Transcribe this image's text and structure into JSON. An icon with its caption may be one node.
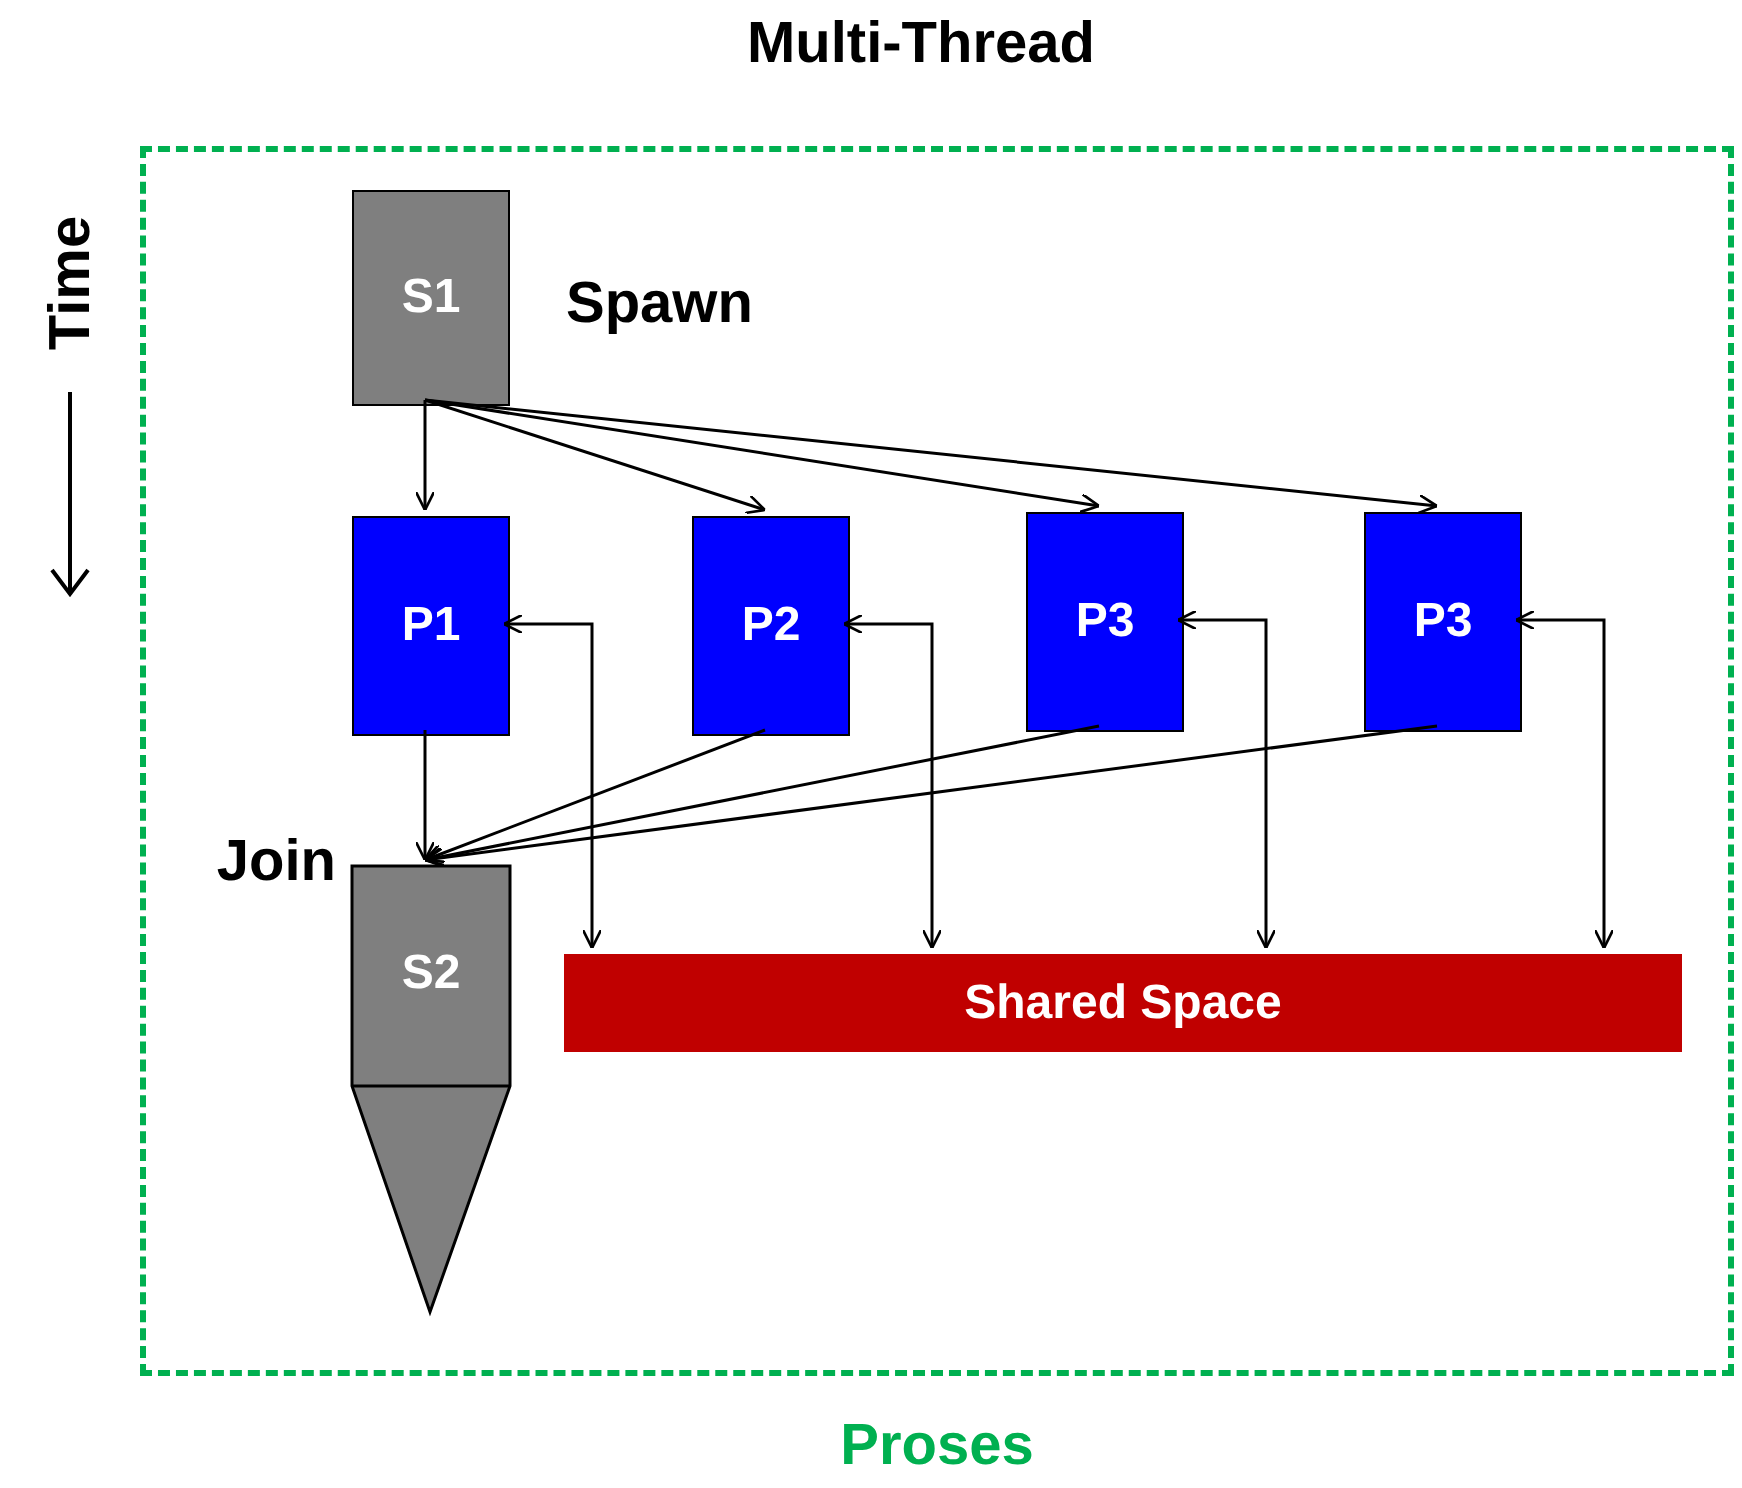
{
  "diagram": {
    "title": "Multi-Thread",
    "nodes": [
      {
        "text": [
          "Proses"
        ]
      },
      {
        "text": [
          "S1"
        ],
        "in": 0,
        "beside": [
          "Spawn"
        ]
      },
      {
        "text": [
          "P1"
        ],
        "in": 0
      },
      {
        "text": [
          "P2"
        ],
        "in": 0
      },
      {
        "text": [
          "P3"
        ],
        "in": 0
      },
      {
        "text": [
          "P3"
        ],
        "in": 0
      },
      {
        "text": [
          "S2"
        ],
        "in": 0,
        "beside": [
          "Join"
        ]
      },
      {
        "text": [
          "Shared Space"
        ],
        "in": 0
      }
    ],
    "edges": [
      {
        "from": 1,
        "to": 2,
        "arrow": "to"
      },
      {
        "from": 1,
        "to": 3,
        "arrow": "to"
      },
      {
        "from": 1,
        "to": 4,
        "arrow": "to"
      },
      {
        "from": 1,
        "to": 5,
        "arrow": "to"
      },
      {
        "from": 2,
        "to": 6,
        "arrow": "to"
      },
      {
        "from": 3,
        "to": 6,
        "arrow": "to"
      },
      {
        "from": 4,
        "to": 6,
        "arrow": "to"
      },
      {
        "from": 5,
        "to": 6,
        "arrow": "to"
      },
      {
        "from": 2,
        "to": 7,
        "arrow": "both"
      },
      {
        "from": 3,
        "to": 7,
        "arrow": "both"
      },
      {
        "from": 4,
        "to": 7,
        "arrow": "both"
      },
      {
        "from": 5,
        "to": 7,
        "arrow": "both"
      }
    ],
    "labels": [
      "Time"
    ]
  }
}
